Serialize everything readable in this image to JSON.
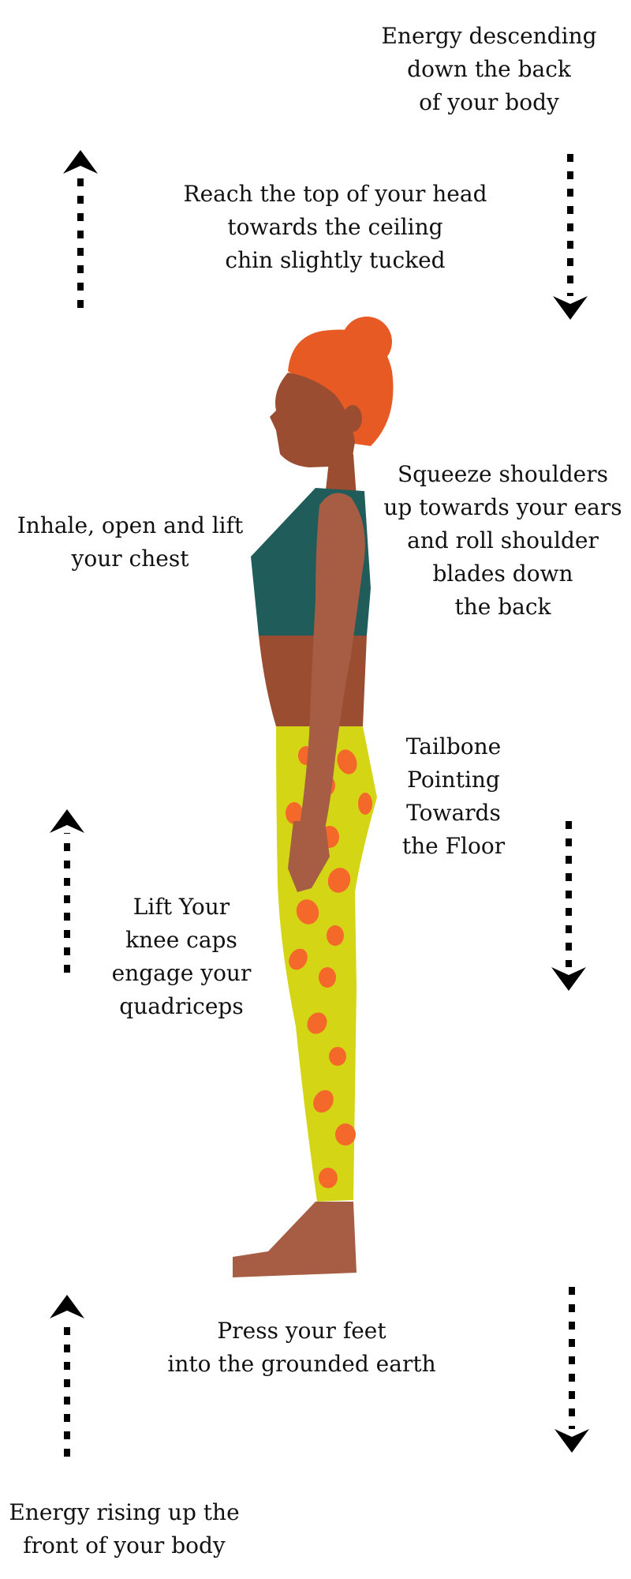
{
  "labels": {
    "energy_down_back": "Energy descending\ndown the back\nof your body",
    "reach_head": "Reach the top of your head\ntowards the ceiling\nchin slightly tucked",
    "squeeze_shoulders": "Squeeze shoulders\nup towards your ears\nand roll shoulder\nblades down\nthe back",
    "inhale_chest": "Inhale, open and lift\nyour chest",
    "tailbone": "Tailbone\nPointing\nTowards\nthe Floor",
    "knee_caps": "Lift Your\nknee caps\nengage your\nquadriceps",
    "press_feet": "Press your feet\ninto the grounded earth",
    "energy_up_front": "Energy rising up the\nfront of your body"
  },
  "arrows": [
    {
      "name": "arrow-up-top-left",
      "direction": "up"
    },
    {
      "name": "arrow-down-top-right",
      "direction": "down"
    },
    {
      "name": "arrow-up-middle-left",
      "direction": "up"
    },
    {
      "name": "arrow-down-middle-right",
      "direction": "down"
    },
    {
      "name": "arrow-up-bottom-left",
      "direction": "up"
    },
    {
      "name": "arrow-down-bottom-right",
      "direction": "down"
    }
  ],
  "colors": {
    "skin_dark": "#9a4d30",
    "skin_light": "#a65d43",
    "hair": "#e85a24",
    "top": "#1f5c5a",
    "leggings": "#d4d615",
    "dots": "#f4692a",
    "text": "#111111"
  }
}
